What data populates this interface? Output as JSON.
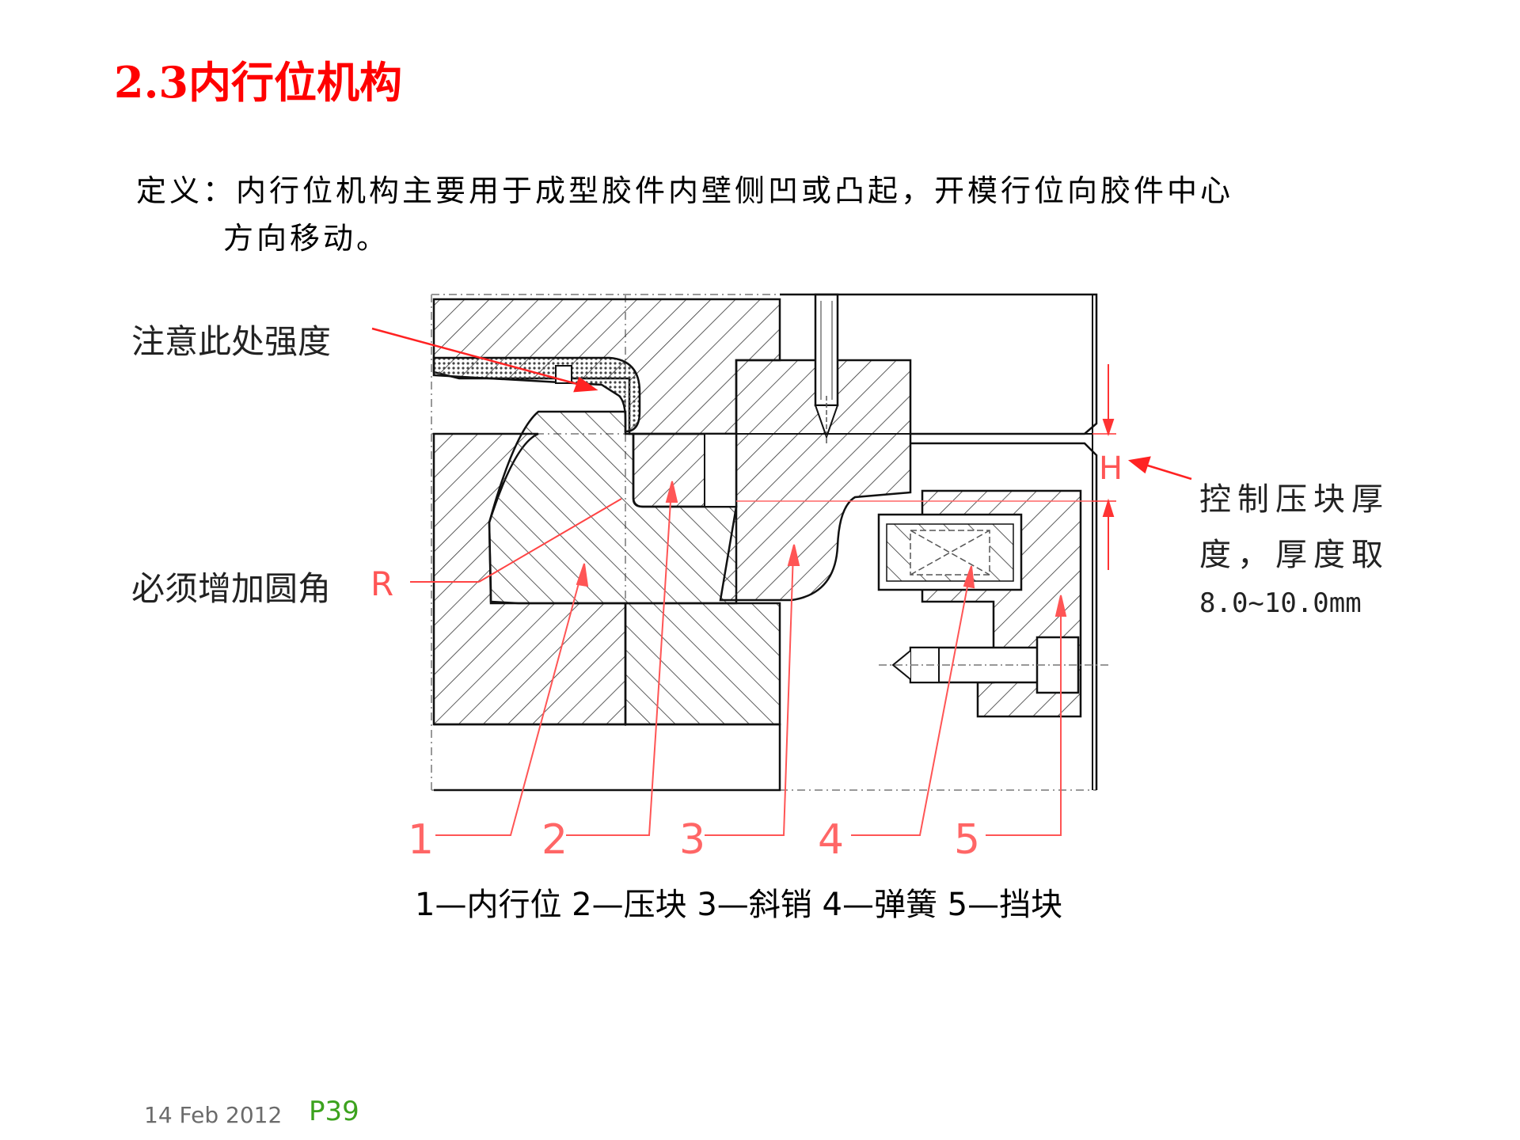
{
  "slide": {
    "title": "2.3内行位机构",
    "definition_line1": "定义：内行位机构主要用于成型胶件内壁侧凹或凸起，开模行位向胶件中心",
    "definition_line2": "方向移动。"
  },
  "diagram": {
    "note_strength": "注意此处强度",
    "note_fillet": "必须增加圆角",
    "fillet_label": "R",
    "dimension_label": "H",
    "note_control_line1": "控制压块厚",
    "note_control_line2": "度，厚度取",
    "note_control_line3": "8.0~10.0mm",
    "part_numbers": [
      "1",
      "2",
      "3",
      "4",
      "5"
    ],
    "legend": "1—内行位 2—压块 3—斜销 4—弹簧 5—挡块"
  },
  "footer": {
    "date": "14 Feb 2012",
    "page": "P39"
  },
  "colors": {
    "title": "#ff0000",
    "annotation": "#ff0000",
    "page_number": "#3ca21e"
  }
}
